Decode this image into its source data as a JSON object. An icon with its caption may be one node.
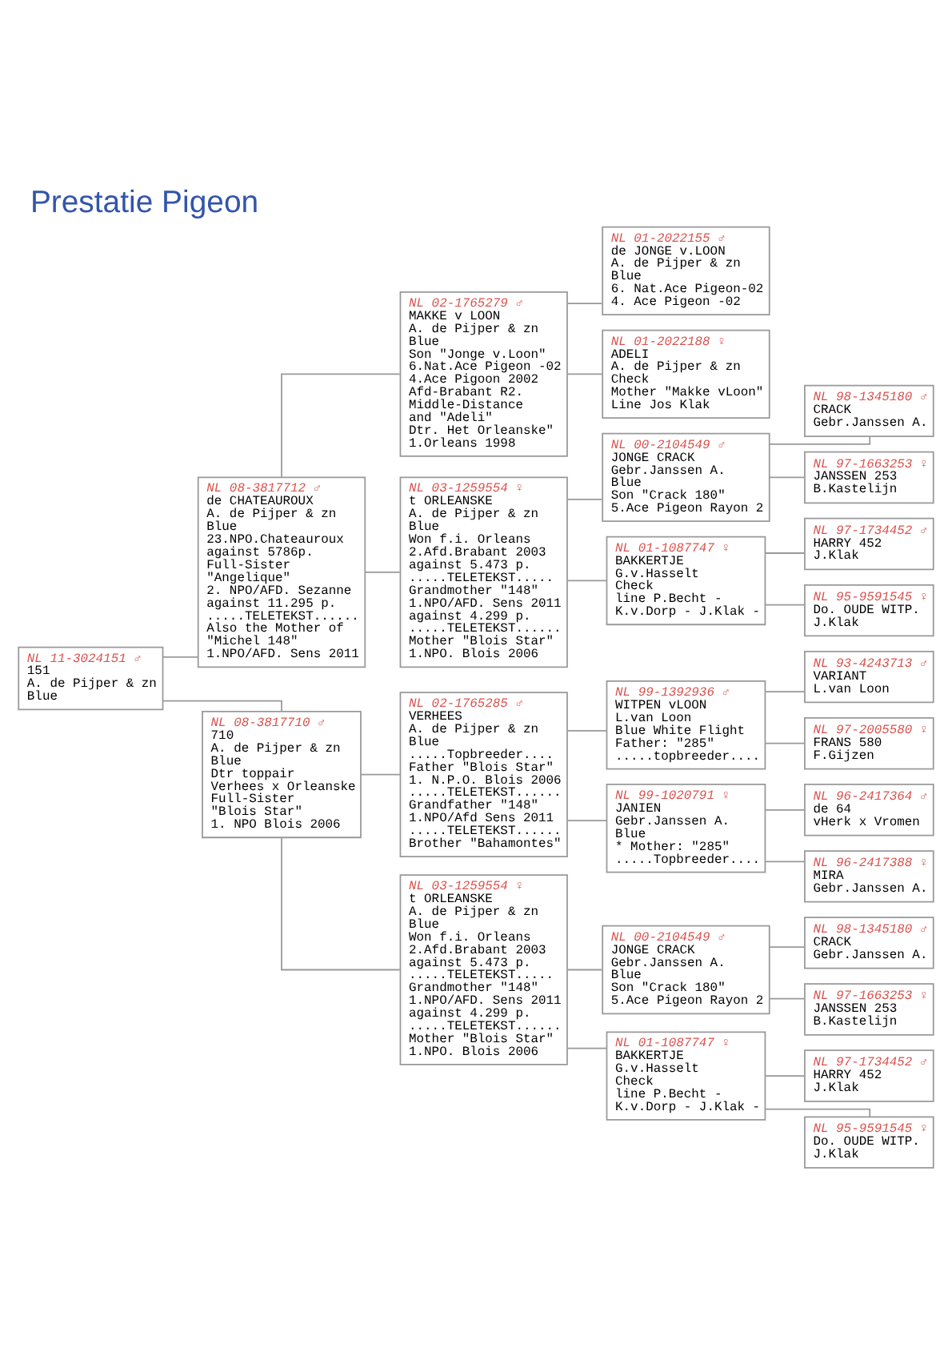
{
  "diagram": {
    "title": "Prestatie Pigeon",
    "nodes": [
      {
        "text": [
          "NL 11-3024151 ♂",
          "151",
          "A. de Pijper & zn",
          "Blue"
        ]
      },
      {
        "text": [
          "NL 08-3817712 ♂",
          "de CHATEAUROUX",
          "A. de Pijper & zn",
          "Blue",
          "23.NPO.Chateauroux",
          "against 5786p.",
          "Full-Sister",
          "\"Angelique\"",
          "2. NPO/AFD. Sezanne",
          "against 11.295 p.",
          ".....TELETEKST......",
          "Also the Mother of",
          "\"Michel 148\"",
          "1.NPO/AFD. Sens 2011"
        ]
      },
      {
        "text": [
          "NL 08-3817710 ♂",
          "710",
          "A. de Pijper & zn",
          "Blue",
          "Dtr toppair",
          "Verhees x Orleanske",
          "Full-Sister",
          "\"Blois Star\"",
          "1. NPO Blois 2006"
        ]
      },
      {
        "text": [
          "NL 02-1765279 ♂",
          "MAKKE v LOON",
          "A. de Pijper & zn",
          "Blue",
          "Son \"Jonge v.Loon\"",
          "6.Nat.Ace Pigeon -02",
          "4.Ace Pigoon 2002",
          "Afd-Brabant R2.",
          "Middle-Distance",
          "and \"Adeli\"",
          "Dtr. Het Orleanske\"",
          "1.Orleans 1998"
        ]
      },
      {
        "text": [
          "NL 03-1259554 ♀",
          "t ORLEANSKE",
          "A. de Pijper & zn",
          "Blue",
          "Won f.i. Orleans",
          "2.Afd.Brabant 2003",
          "against 5.473 p.",
          ".....TELETEKST.....",
          "Grandmother \"148\"",
          "1.NPO/AFD. Sens 2011",
          "against 4.299 p.",
          ".....TELETEKST......",
          "Mother \"Blois Star\"",
          "1.NPO. Blois 2006"
        ]
      },
      {
        "text": [
          "NL 02-1765285 ♂",
          "VERHEES",
          "A. de Pijper & zn",
          "Blue",
          ".....Topbreeder....",
          "Father \"Blois Star\"",
          "1. N.P.O. Blois 2006",
          ".....TELETEKST......",
          "Grandfather \"148\"",
          "1.NPO/Afd Sens 2011",
          ".....TELETEKST......",
          "Brother \"Bahamontes\""
        ]
      },
      {
        "text": [
          "NL 03-1259554 ♀",
          "t ORLEANSKE",
          "A. de Pijper & zn",
          "Blue",
          "Won f.i. Orleans",
          "2.Afd.Brabant 2003",
          "against 5.473 p.",
          ".....TELETEKST.....",
          "Grandmother \"148\"",
          "1.NPO/AFD. Sens 2011",
          "against 4.299 p.",
          ".....TELETEKST......",
          "Mother \"Blois Star\"",
          "1.NPO. Blois 2006"
        ]
      },
      {
        "text": [
          "NL 01-2022155 ♂",
          "de JONGE v.LOON",
          "A. de Pijper & zn",
          "Blue",
          "6. Nat.Ace Pigeon-02",
          "4. Ace Pigeon -02"
        ]
      },
      {
        "text": [
          "NL 01-2022188 ♀",
          "ADELI",
          "A. de Pijper & zn",
          "Check",
          "Mother \"Makke vLoon\"",
          "Line Jos Klak"
        ]
      },
      {
        "text": [
          "NL 00-2104549 ♂",
          "JONGE CRACK",
          "Gebr.Janssen A.",
          "Blue",
          "Son \"Crack 180\"",
          "5.Ace Pigeon Rayon 2"
        ]
      },
      {
        "text": [
          "NL 01-1087747 ♀",
          "BAKKERTJE",
          "G.v.Hasselt",
          "Check",
          "line P.Becht -",
          "K.v.Dorp - J.Klak -"
        ]
      },
      {
        "text": [
          "NL 99-1392936 ♂",
          "WITPEN vLOON",
          "L.van Loon",
          "Blue White Flight",
          "Father: \"285\"",
          ".....topbreeder...."
        ]
      },
      {
        "text": [
          "NL 99-1020791 ♀",
          "JANIEN",
          "Gebr.Janssen A.",
          "Blue",
          "* Mother: \"285\"",
          ".....Topbreeder...."
        ]
      },
      {
        "text": [
          "NL 00-2104549 ♂",
          "JONGE CRACK",
          "Gebr.Janssen A.",
          "Blue",
          "Son \"Crack 180\"",
          "5.Ace Pigeon Rayon 2"
        ]
      },
      {
        "text": [
          "NL 01-1087747 ♀",
          "BAKKERTJE",
          "G.v.Hasselt",
          "Check",
          "line P.Becht -",
          "K.v.Dorp - J.Klak -"
        ]
      },
      {
        "text": [
          "NL 98-1345180 ♂",
          "CRACK",
          "Gebr.Janssen A."
        ]
      },
      {
        "text": [
          "NL 97-1663253 ♀",
          "JANSSEN 253",
          "B.Kastelijn"
        ]
      },
      {
        "text": [
          "NL 97-1734452 ♂",
          "HARRY 452",
          "J.Klak"
        ]
      },
      {
        "text": [
          "NL 95-9591545 ♀",
          "Do. OUDE WITP.",
          "J.Klak"
        ]
      },
      {
        "text": [
          "NL 93-4243713 ♂",
          "VARIANT",
          "L.van Loon"
        ]
      },
      {
        "text": [
          "NL 97-2005580 ♀",
          "FRANS 580",
          "F.Gijzen"
        ]
      },
      {
        "text": [
          "NL 96-2417364 ♂",
          "de 64",
          "vHerk x Vromen"
        ]
      },
      {
        "text": [
          "NL 96-2417388 ♀",
          "MIRA",
          "Gebr.Janssen A."
        ]
      },
      {
        "text": [
          "NL 98-1345180 ♂",
          "CRACK",
          "Gebr.Janssen A."
        ]
      },
      {
        "text": [
          "NL 97-1663253 ♀",
          "JANSSEN 253",
          "B.Kastelijn"
        ]
      },
      {
        "text": [
          "NL 97-1734452 ♂",
          "HARRY 452",
          "J.Klak"
        ]
      },
      {
        "text": [
          "NL 95-9591545 ♀",
          "Do. OUDE WITP.",
          "J.Klak"
        ]
      }
    ],
    "edges": [
      {
        "from": 0,
        "to": 1,
        "arrow": "none"
      },
      {
        "from": 0,
        "to": 2,
        "arrow": "none"
      },
      {
        "from": 1,
        "to": 3,
        "arrow": "none"
      },
      {
        "from": 1,
        "to": 4,
        "arrow": "none"
      },
      {
        "from": 2,
        "to": 5,
        "arrow": "none"
      },
      {
        "from": 2,
        "to": 6,
        "arrow": "none"
      },
      {
        "from": 3,
        "to": 7,
        "arrow": "none"
      },
      {
        "from": 3,
        "to": 8,
        "arrow": "none"
      },
      {
        "from": 4,
        "to": 9,
        "arrow": "none"
      },
      {
        "from": 4,
        "to": 10,
        "arrow": "none"
      },
      {
        "from": 5,
        "to": 11,
        "arrow": "none"
      },
      {
        "from": 5,
        "to": 12,
        "arrow": "none"
      },
      {
        "from": 6,
        "to": 13,
        "arrow": "none"
      },
      {
        "from": 6,
        "to": 14,
        "arrow": "none"
      },
      {
        "from": 9,
        "to": 15,
        "arrow": "none"
      },
      {
        "from": 9,
        "to": 16,
        "arrow": "none"
      },
      {
        "from": 10,
        "to": 17,
        "arrow": "none"
      },
      {
        "from": 10,
        "to": 18,
        "arrow": "none"
      },
      {
        "from": 11,
        "to": 19,
        "arrow": "none"
      },
      {
        "from": 11,
        "to": 20,
        "arrow": "none"
      },
      {
        "from": 12,
        "to": 21,
        "arrow": "none"
      },
      {
        "from": 12,
        "to": 22,
        "arrow": "none"
      },
      {
        "from": 13,
        "to": 23,
        "arrow": "none"
      },
      {
        "from": 13,
        "to": 24,
        "arrow": "none"
      },
      {
        "from": 14,
        "to": 25,
        "arrow": "none"
      },
      {
        "from": 14,
        "to": 26,
        "arrow": "none"
      }
    ]
  }
}
